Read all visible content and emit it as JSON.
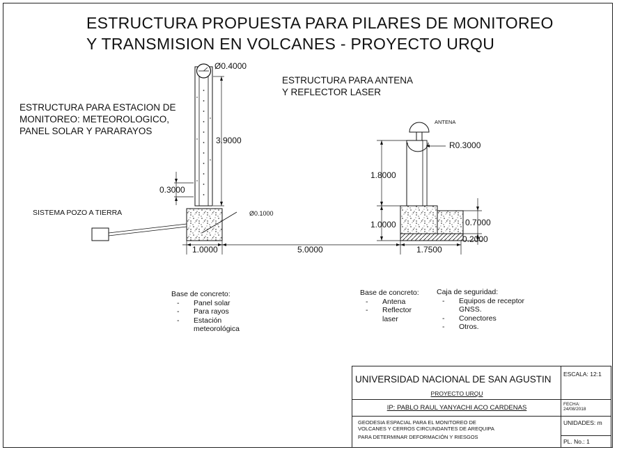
{
  "title": {
    "line1": "ESTRUCTURA PROPUESTA  PARA PILARES DE MONITOREO",
    "line2": "Y TRANSMISION EN VOLCANES - PROYECTO URQU"
  },
  "headings": {
    "antenna_line1": "ESTRUCTURA PARA ANTENA",
    "antenna_line2": "Y REFLECTOR LASER",
    "station_line1": "ESTRUCTURA PARA ESTACION DE",
    "station_line2": "MONITOREO: METEOROLOGICO,",
    "station_line3": "PANEL SOLAR Y PARARAYOS"
  },
  "labels": {
    "ground_system": "SISTEMA POZO A TIERRA",
    "antenna": "ANTENA"
  },
  "dimensions": {
    "pole_diameter": "Ø0.4000",
    "pole_height": "3.9000",
    "base_step": "0.3000",
    "rod_diameter": "Ø0.1000",
    "base_width_left": "1.0000",
    "separation": "5.0000",
    "dome_radius": "R0.3000",
    "mast_height": "1.8000",
    "base_height_right": "1.0000",
    "box_height": "0.7000",
    "box_base": "0.2000",
    "base_width_right": "1.7500"
  },
  "notes": {
    "left": {
      "title": "Base de concreto:",
      "items": [
        "Panel solar",
        "Para rayos",
        "Estación meteorológica"
      ]
    },
    "middle": {
      "title": "Base de concreto:",
      "items": [
        "Antena",
        "Reflector laser"
      ]
    },
    "right": {
      "title": "Caja de seguridad:",
      "items": [
        "Equipos de receptor GNSS.",
        "Conectores",
        "Otros."
      ]
    }
  },
  "title_block": {
    "university": "UNIVERSIDAD NACIONAL DE SAN AGUSTIN",
    "project": "PROYECTO URQU",
    "ip": "IP: PABLO RAUL YANYACHI ACO CARDENAS",
    "desc_line1": "GEODESIA ESPACIAL PARA EL MONITOREO DE",
    "desc_line2": "VOLCANES Y CERROS CIRCUNDANTES DE AREQUIPA",
    "desc_line3": "PARA DETERMINAR DEFORMACIÓN Y RIESGOS",
    "scale": "ESCALA: 12:1",
    "date_label": "FECHA:",
    "date_value": "24/08/2018",
    "units": "UNIDADES: m",
    "plate": "PL. No.: 1"
  }
}
